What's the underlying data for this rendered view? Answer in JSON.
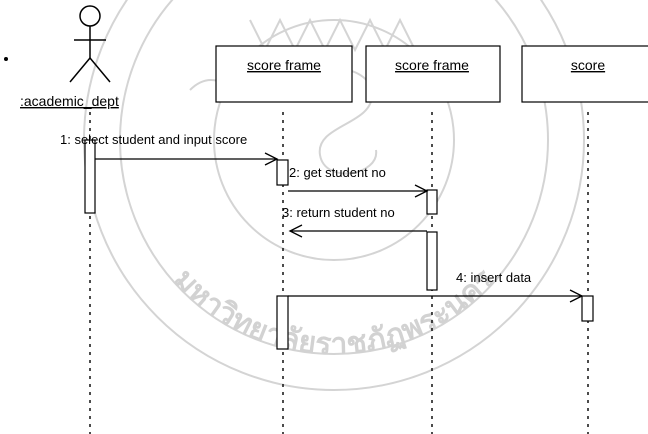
{
  "watermark": {
    "text": "มหาวิทยาลัยราชภัฏพระนคร",
    "color": "#d2d2d2"
  },
  "actor": {
    "name": ":academic_dept",
    "icon": "stick-figure-actor-icon"
  },
  "objects": [
    {
      "id": "obj1",
      "label": "score frame"
    },
    {
      "id": "obj2",
      "label": "score frame"
    },
    {
      "id": "obj3",
      "label": "score"
    }
  ],
  "messages": [
    {
      "id": "m1",
      "label": "1: select student and input score",
      "type": "call"
    },
    {
      "id": "m2",
      "label": "2: get student no",
      "type": "call"
    },
    {
      "id": "m3",
      "label": "3: return student no",
      "type": "return"
    },
    {
      "id": "m4",
      "label": "4: insert data",
      "type": "call"
    }
  ]
}
